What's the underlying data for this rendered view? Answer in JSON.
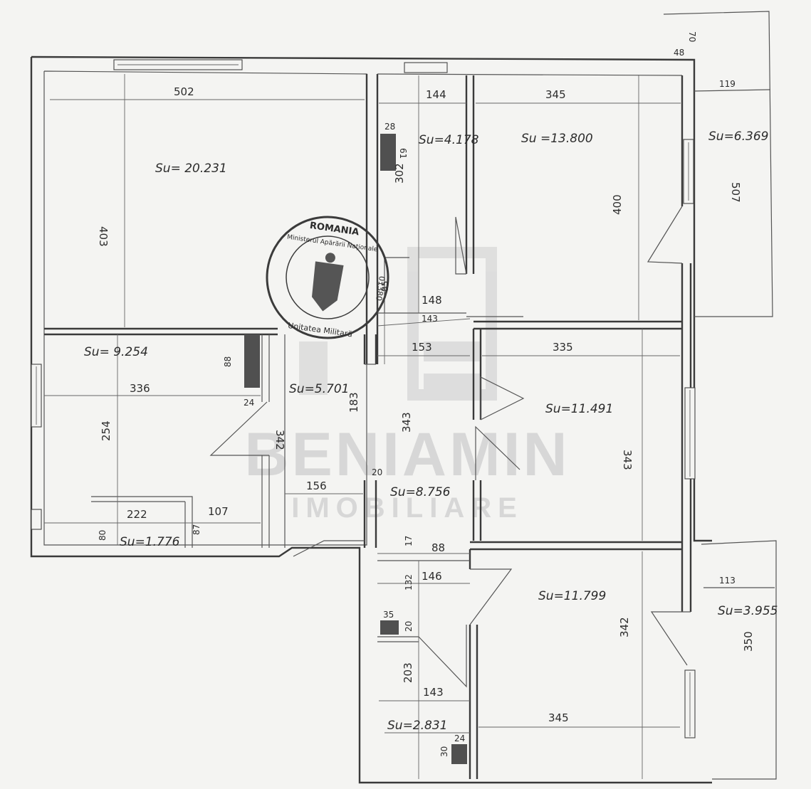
{
  "colors": {
    "ink": "#2c2c2c",
    "paper": "#f4f4f2",
    "watermark": "#d7d7d7",
    "duct": "#505050"
  },
  "areas": {
    "a1": "Su= 20.231",
    "a2": "Su=4.178",
    "a3": "Su =13.800",
    "a4": "Su=6.369",
    "a5": "Su= 9.254",
    "a6": "Su=5.701",
    "a7": "Su=11.491",
    "a8": "Su=8.756",
    "a9": "Su=1.776",
    "a10": "Su=11.799",
    "a11": "Su=3.955",
    "a12": "Su=2.831"
  },
  "dims": {
    "d502": "502",
    "d144": "144",
    "d345a": "345",
    "d119": "119",
    "d70": "70",
    "d48": "48",
    "d403": "403",
    "d28": "28",
    "d61": "61",
    "d302": "302",
    "d400": "400",
    "d507": "507",
    "d85": "85",
    "d148": "148",
    "d143a": "143",
    "d153": "153",
    "d335": "335",
    "d88a": "88",
    "d336": "336",
    "d24a": "24",
    "d254": "254",
    "d342a": "342",
    "d183": "183",
    "d343a": "343",
    "d343b": "343",
    "d20a": "20",
    "d156": "156",
    "d222": "222",
    "d107": "107",
    "d80": "80",
    "d87": "87",
    "d17": "17",
    "d88b": "88",
    "d146": "146",
    "d132": "132",
    "d113": "113",
    "d35": "35",
    "d20b": "20",
    "d342b": "342",
    "d350": "350",
    "d203": "203",
    "d143b": "143",
    "d345b": "345",
    "d24b": "24",
    "d30": "30"
  },
  "stamp": {
    "country": "ROMANIA",
    "ministry": "Ministerul Apărării Naționale",
    "unit": "Unitatea Militară",
    "number": "01380"
  },
  "watermark": {
    "logo": "1:1",
    "brand": "BENIAMIN",
    "tagline": "IMOBILIARE"
  }
}
